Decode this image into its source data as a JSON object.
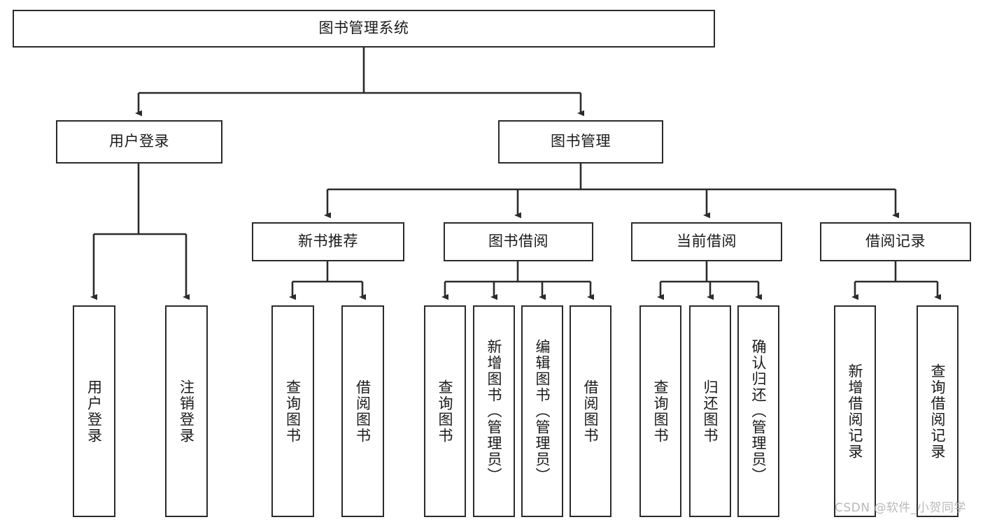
{
  "diagram": {
    "type": "tree",
    "title": "图书管理系统",
    "watermark": "CSDN @软件_小贺同学",
    "colors": {
      "stroke": "#2b2b2b",
      "fill": "#ffffff",
      "text": "#1a1a1a",
      "watermark": "#b9b9b9"
    },
    "nodes": {
      "root": {
        "label": "图书管理系统",
        "orientation": "horizontal"
      },
      "level1": [
        {
          "label": "用户登录",
          "orientation": "horizontal"
        },
        {
          "label": "图书管理",
          "orientation": "horizontal"
        }
      ],
      "level2": [
        {
          "label": "新书推荐",
          "orientation": "horizontal"
        },
        {
          "label": "图书借阅",
          "orientation": "horizontal"
        },
        {
          "label": "当前借阅",
          "orientation": "horizontal"
        },
        {
          "label": "借阅记录",
          "orientation": "horizontal"
        }
      ],
      "leaves_user_login": [
        {
          "label": "用户登录",
          "orientation": "vertical"
        },
        {
          "label": "注销登录",
          "orientation": "vertical"
        }
      ],
      "leaves_new_book": [
        {
          "label": "查询图书",
          "orientation": "vertical"
        },
        {
          "label": "借阅图书",
          "orientation": "vertical"
        }
      ],
      "leaves_borrow": [
        {
          "label": "查询图书",
          "orientation": "vertical"
        },
        {
          "label": "新增图书（管理员）",
          "orientation": "vertical"
        },
        {
          "label": "编辑图书（管理员）",
          "orientation": "vertical"
        },
        {
          "label": "借阅图书",
          "orientation": "vertical"
        }
      ],
      "leaves_current": [
        {
          "label": "查询图书",
          "orientation": "vertical"
        },
        {
          "label": "归还图书",
          "orientation": "vertical"
        },
        {
          "label": "确认归还（管理员）",
          "orientation": "vertical"
        }
      ],
      "leaves_records": [
        {
          "label": "新增借阅记录",
          "orientation": "vertical"
        },
        {
          "label": "查询借阅记录",
          "orientation": "vertical"
        }
      ]
    }
  }
}
